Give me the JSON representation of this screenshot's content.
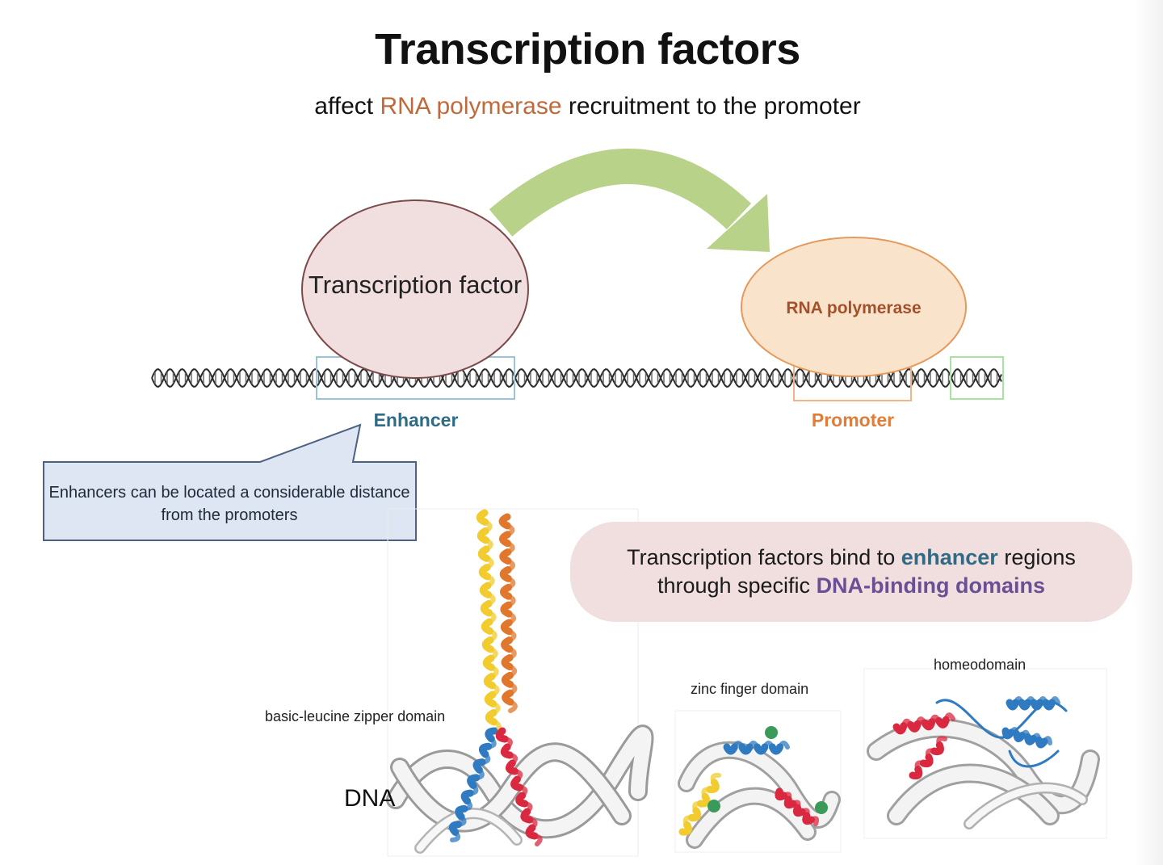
{
  "title": "Transcription factors",
  "subtitle": {
    "before": "affect ",
    "highlight": "RNA polymerase",
    "after": " recruitment to the promoter"
  },
  "tf_label": "Transcription factor",
  "rna_pol_label": "RNA polymerase",
  "enhancer_label": "Enhancer",
  "promoter_label": "Promoter",
  "callout": "Enhancers can be located a considerable distance from the promoters",
  "info": {
    "before": "Transcription factors bind to ",
    "hl1": "enhancer",
    "middle": " regions through specific ",
    "hl2": "DNA-binding domains"
  },
  "captions": {
    "bzip": "basic-leucine zipper domain",
    "zinc": "zinc finger domain",
    "homeo": "homeodomain",
    "dna": "DNA"
  },
  "colors": {
    "tf_fill": "#f1dfe0",
    "rna_fill": "#fae3cb",
    "arrow": "#b9d28a",
    "enhancer": "#2f6b84",
    "promoter": "#e07d3a",
    "accent": "#c0693a",
    "purple": "#6a4f95",
    "helix_yellow": "#f2cb2e",
    "helix_orange": "#e0772d",
    "helix_blue": "#2f7ac0",
    "helix_red": "#d9283f"
  }
}
